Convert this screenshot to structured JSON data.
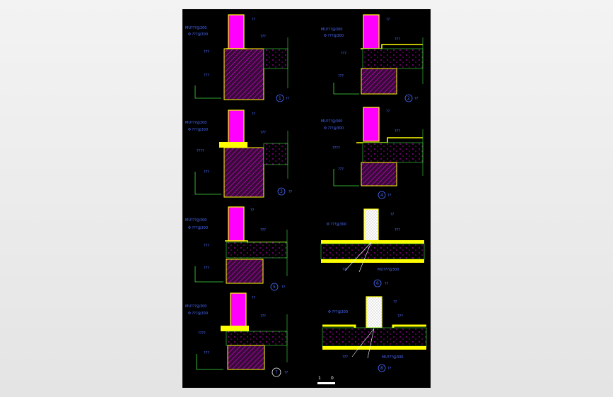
{
  "viewer": {
    "background": "#ebebeb",
    "sheet_color": "#000000"
  },
  "palette": {
    "wall": "#ff00ff",
    "outline": "#ffff00",
    "dim_line": "#00ff00",
    "hatch": "#ff00ff",
    "text": "#4a6bff",
    "insulation": "#ffffff"
  },
  "details": [
    {
      "id": "d1",
      "spec": "MU???@300",
      "note1": "Φ ???@300",
      "note2": "???",
      "note3": "???",
      "note4": "???",
      "tag": "??",
      "num": "1",
      "tag_suffix": "??"
    },
    {
      "id": "d2",
      "spec": "MU???@300",
      "note1": "Φ ???@300",
      "note2": "???",
      "note3": "???",
      "note4": "???",
      "tag": "??",
      "num": "2",
      "tag_suffix": "??"
    },
    {
      "id": "d3",
      "spec": "MU???@300",
      "note1": "Φ ???@300",
      "note2": "????",
      "note3": "???",
      "note4": "???",
      "tag": "??",
      "num": "3",
      "tag_suffix": "??"
    },
    {
      "id": "d4",
      "spec": "MU???@300",
      "note1": "Φ ???@300",
      "note2": "????",
      "note3": "???",
      "note4": "???",
      "tag": "??",
      "num": "4",
      "tag_suffix": "??"
    },
    {
      "id": "d5",
      "spec": "MU???@300",
      "note1": "Φ ???@300",
      "note2": "???",
      "note3": "???",
      "note4": "???",
      "tag": "??",
      "num": "5",
      "tag_suffix": "??"
    },
    {
      "id": "d6",
      "spec": "MU???@300",
      "note1": "Φ ???@300",
      "note2": "???",
      "note3": "???",
      "note4": "???",
      "tag": "??",
      "num": "6",
      "tag_suffix": "??"
    },
    {
      "id": "d7",
      "spec": "MU???@300",
      "note1": "Φ ???@300",
      "note2": "????",
      "note3": "???",
      "note4": "???",
      "tag": "??",
      "num": "7",
      "tag_suffix": "??"
    },
    {
      "id": "d8",
      "spec": "MU???@300",
      "note1": "Φ ???@300",
      "note2": "???",
      "note3": "???",
      "note4": "???",
      "tag": "??",
      "num": "8",
      "tag_suffix": "??"
    }
  ],
  "scale_bar": {
    "label_left": "1",
    "label_right": "0"
  }
}
